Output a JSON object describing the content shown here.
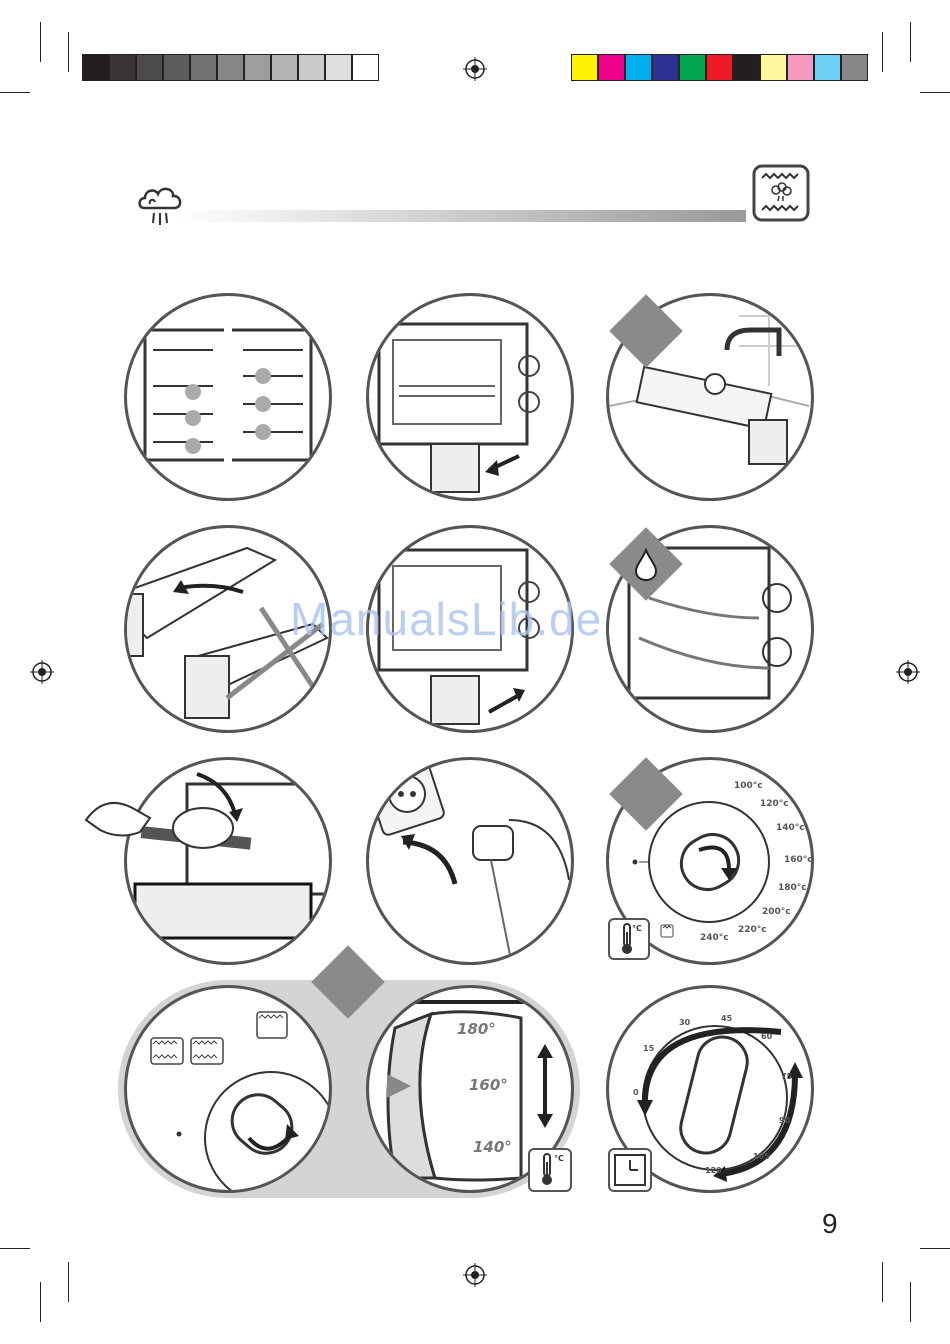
{
  "print_bar": {
    "grays": [
      "#231f20",
      "#3a3637",
      "#4d4a4b",
      "#5f5c5d",
      "#737071",
      "#898687",
      "#9f9d9e",
      "#b6b4b5",
      "#cbc9ca",
      "#dfdedf",
      "#ffffff"
    ],
    "colors": [
      "#fff200",
      "#ec008c",
      "#00aeef",
      "#2e3192",
      "#00a651",
      "#ed1c24",
      "#231f20",
      "#fff799",
      "#f49ac1",
      "#6dcff6",
      "#898687"
    ]
  },
  "header": {
    "left_icon": "steam-cloud-icon",
    "right_icon": "steam-mode-icon"
  },
  "temperature_dial": {
    "labels": [
      "100°c",
      "120°c",
      "140°c",
      "160°c",
      "180°c",
      "200°c",
      "220°c",
      "240°c"
    ],
    "icon": "thermometer-icon",
    "unit": "°C"
  },
  "zoom_dial": {
    "labels": [
      "180°",
      "160°",
      "140°"
    ],
    "unit": "°C"
  },
  "timer_dial": {
    "labels": [
      "0",
      "15",
      "30",
      "45",
      "60",
      "75",
      "90",
      "105",
      "120"
    ],
    "icon": "clock-icon"
  },
  "watermark": "ManualsLib.de",
  "page_number": "9"
}
